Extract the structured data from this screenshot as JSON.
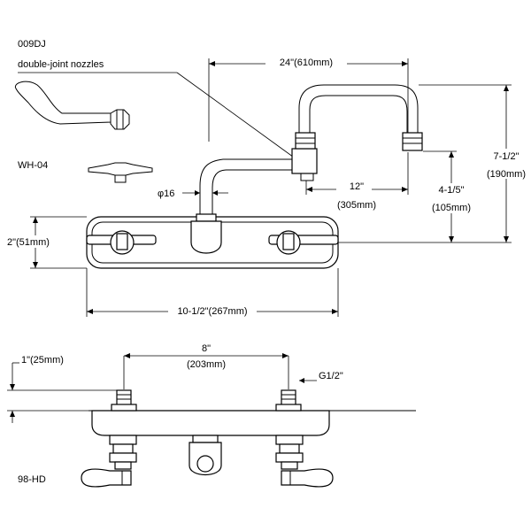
{
  "model": {
    "code": "009DJ",
    "description": "double-joint  nozzles"
  },
  "handle_label": "WH-04",
  "base_label": "98-HD",
  "dimensions": {
    "spout_reach": "24\"(610mm)",
    "outlet_height_in": "7-1/2\"",
    "outlet_height_mm": "(190mm)",
    "joint_offset_in": "12\"",
    "joint_offset_mm": "(305mm)",
    "joint_height_in": "4-1/5\"",
    "joint_height_mm": "(105mm)",
    "pipe_diameter": "φ16",
    "body_height": "2\"(51mm)",
    "body_width": "10-1/2\"(267mm)",
    "shank_length": "1\"(25mm)",
    "centers_in": "8\"",
    "centers_mm": "(203mm)",
    "thread": "G1/2\""
  },
  "colors": {
    "line": "#000000",
    "background": "#ffffff"
  }
}
